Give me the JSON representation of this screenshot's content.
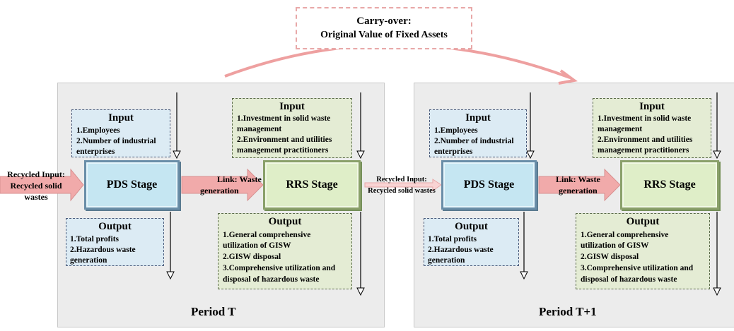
{
  "carry_over": {
    "title": "Carry-over:",
    "subtitle": "Original Value of Fixed Assets"
  },
  "periods": [
    {
      "label": "Period T",
      "recycled_input": [
        "Recycled Input:",
        "Recycled  solid",
        "wastes"
      ],
      "pds_input": {
        "title": "Input",
        "items": [
          "1.Employees",
          "2.Number of industrial",
          "enterprises"
        ]
      },
      "pds_stage": "PDS Stage",
      "link": [
        "Link: Waste",
        "generation"
      ],
      "rrs_stage": "RRS Stage",
      "rrs_input": {
        "title": "Input",
        "items": [
          "1.Investment in solid waste",
          "management",
          "2.Environment and utilities",
          "management practitioners"
        ]
      },
      "pds_output": {
        "title": "Output",
        "items": [
          "1.Total profits",
          "2.Hazardous waste",
          "generation"
        ]
      },
      "rrs_output": {
        "title": "Output",
        "items": [
          "1.General comprehensive",
          "utilization of GISW",
          "2.GISW disposal",
          "3.Comprehensive utilization and",
          "disposal of hazardous waste"
        ]
      }
    },
    {
      "label": "Period T+1",
      "recycled_input": [
        "Recycled Input:",
        "Recycled  solid wastes"
      ],
      "pds_input": {
        "title": "Input",
        "items": [
          "1.Employees",
          "2.Number of industrial",
          "enterprises"
        ]
      },
      "pds_stage": "PDS Stage",
      "link": [
        "Link: Waste",
        "generation"
      ],
      "rrs_stage": "RRS Stage",
      "rrs_input": {
        "title": "Input",
        "items": [
          "1.Investment in solid waste",
          "management",
          "2.Environment and utilities",
          "management practitioners"
        ]
      },
      "pds_output": {
        "title": "Output",
        "items": [
          "1.Total profits",
          "2.Hazardous waste",
          "generation"
        ]
      },
      "rrs_output": {
        "title": "Output",
        "items": [
          "1.General comprehensive",
          "utilization of GISW",
          "2.GISW disposal",
          "3.Comprehensive utilization and",
          "disposal of hazardous waste"
        ]
      }
    }
  ]
}
